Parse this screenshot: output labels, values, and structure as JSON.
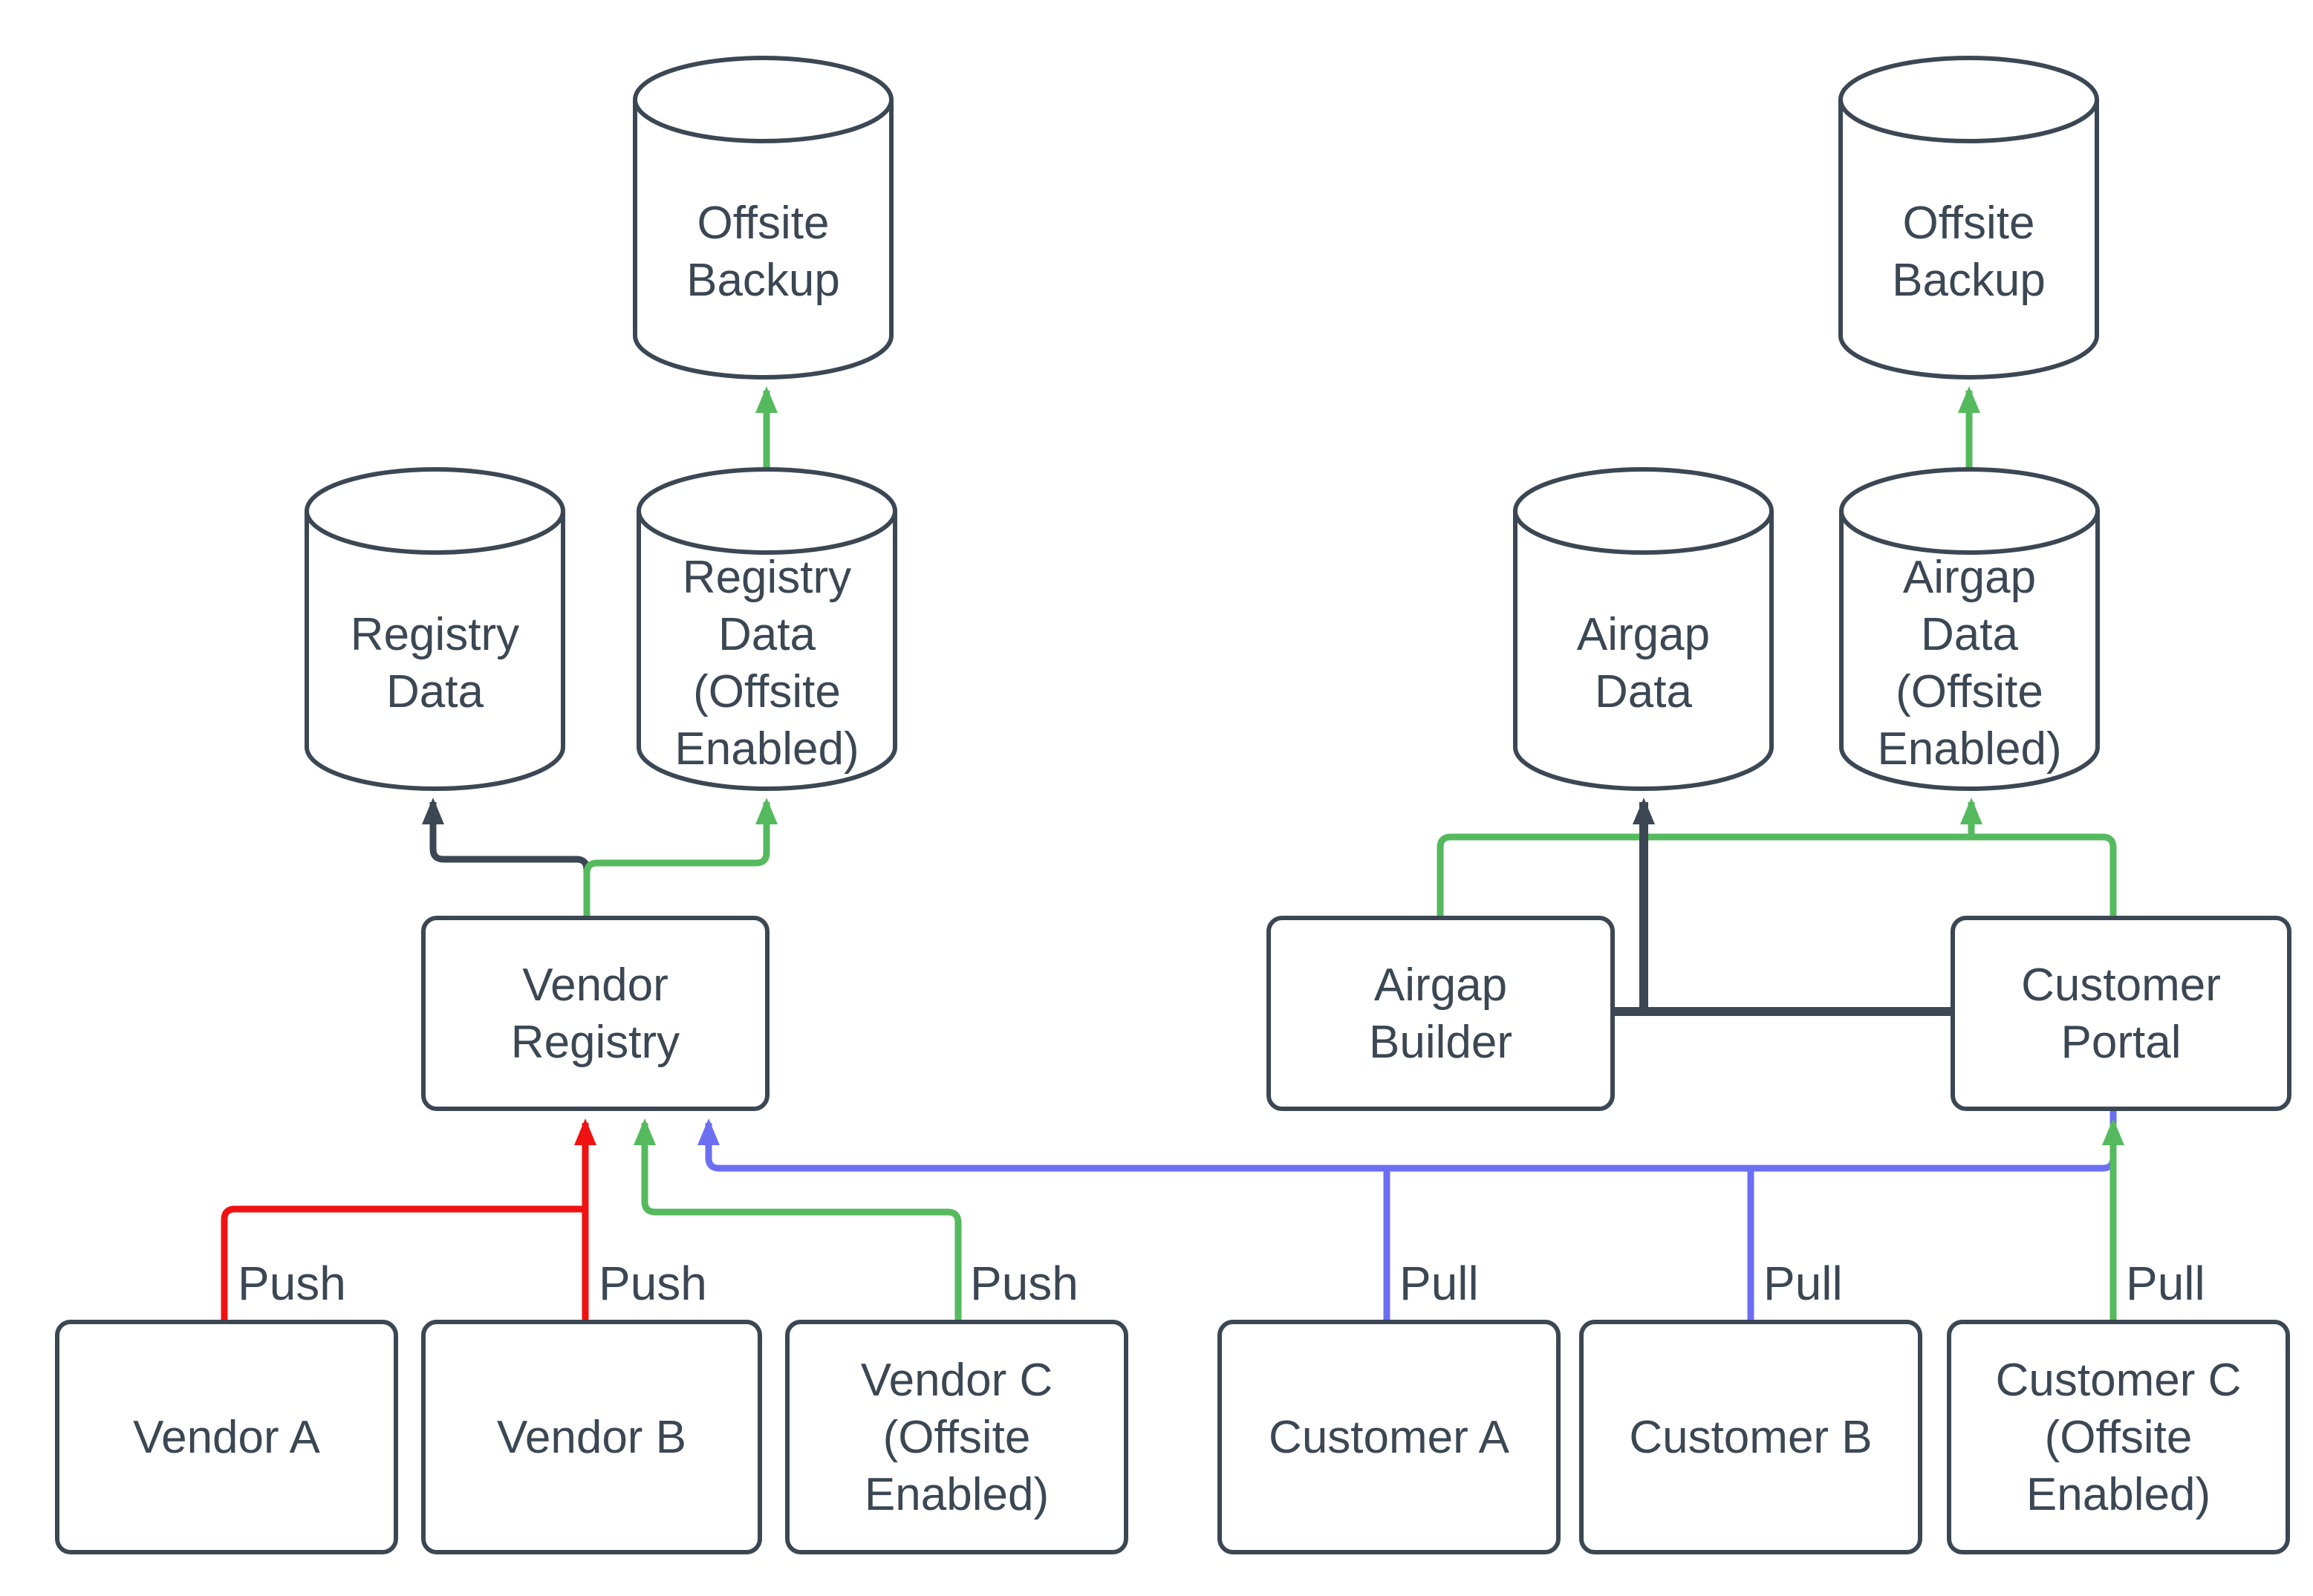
{
  "diagram": {
    "background_color": "#ffffff",
    "colors": {
      "node_outline": "#3C4754",
      "text": "#3C4754",
      "push_vendor_ab": "#F01212",
      "offsite_flow": "#55BA5E",
      "pull_customer_ab": "#6C6FF2",
      "registry_write": "#3C4754"
    },
    "nodes": {
      "offsite_backup_left": {
        "label": "Offsite Backup",
        "shape": "cylinder"
      },
      "registry_data": {
        "label": "Registry Data",
        "shape": "cylinder"
      },
      "registry_data_offsite": {
        "label": "Registry Data (Offsite Enabled)",
        "shape": "cylinder"
      },
      "vendor_registry": {
        "label": "Vendor Registry",
        "shape": "box"
      },
      "vendor_a": {
        "label": "Vendor A",
        "shape": "box"
      },
      "vendor_b": {
        "label": "Vendor B",
        "shape": "box"
      },
      "vendor_c": {
        "label": "Vendor C (Offsite Enabled)",
        "shape": "box"
      },
      "offsite_backup_right": {
        "label": "Offsite Backup",
        "shape": "cylinder"
      },
      "airgap_data": {
        "label": "Airgap Data",
        "shape": "cylinder"
      },
      "airgap_data_offsite": {
        "label": "Airgap Data (Offsite Enabled)",
        "shape": "cylinder"
      },
      "airgap_builder": {
        "label": "Airgap Builder",
        "shape": "box"
      },
      "customer_portal": {
        "label": "Customer Portal",
        "shape": "box"
      },
      "customer_a": {
        "label": "Customer A",
        "shape": "box"
      },
      "customer_b": {
        "label": "Customer B",
        "shape": "box"
      },
      "customer_c": {
        "label": "Customer C (Offsite Enabled)",
        "shape": "box"
      }
    },
    "edge_labels": {
      "push_a": "Push",
      "push_b": "Push",
      "push_c": "Push",
      "pull_a": "Pull",
      "pull_b": "Pull",
      "pull_c": "Pull"
    }
  }
}
